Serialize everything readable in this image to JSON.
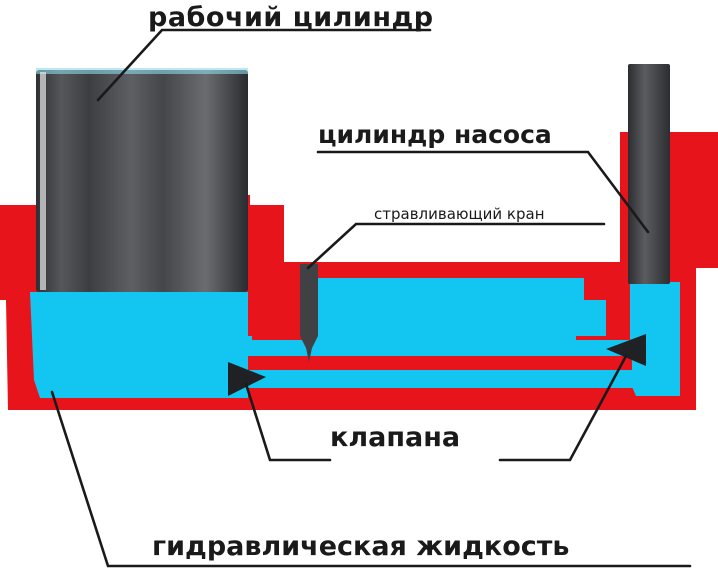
{
  "labels": {
    "working_cylinder": "рабочий цилиндр",
    "pump_cylinder": "цилиндр насоса",
    "bleed_valve": "стравливающий кран",
    "valves": "клапана",
    "hydraulic_fluid": "гидравлическая жидкость"
  },
  "colors": {
    "body": "#e8141b",
    "fluid": "#13c6f2",
    "piston": "#3f4144",
    "piston_highlight": "#6c6e72",
    "line": "#1a1a1a"
  }
}
